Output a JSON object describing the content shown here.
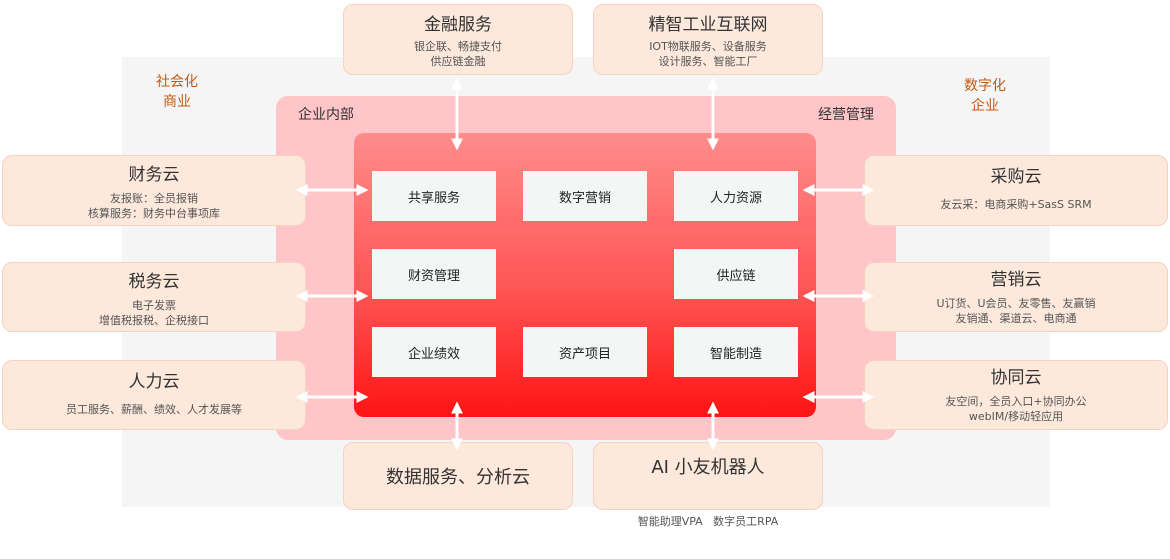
{
  "corner_left": {
    "line1": "社会化",
    "line2": "商业"
  },
  "corner_right": {
    "line1": "数字化",
    "line2": "企业"
  },
  "enterprise": {
    "label_left": "企业内部",
    "label_right": "经营管理"
  },
  "modules": {
    "shared_services": "共享服务",
    "digital_marketing": "数字营销",
    "hr": "人力资源",
    "finance_mgmt": "财资管理",
    "supply_chain": "供应链",
    "performance": "企业绩效",
    "asset_project": "资产项目",
    "smart_mfg": "智能制造"
  },
  "cards": {
    "finance_service": {
      "title": "金融服务",
      "lines": [
        "银企联、畅捷支付",
        "供应链金融"
      ]
    },
    "industrial_internet": {
      "title": "精智工业互联网",
      "lines": [
        "IOT物联服务、设备服务",
        "设计服务、智能工厂"
      ]
    },
    "finance_cloud": {
      "title": "财务云",
      "lines": [
        "友报账：全员报销",
        "核算服务：财务中台事项库"
      ]
    },
    "tax_cloud": {
      "title": "税务云",
      "lines": [
        "电子发票",
        "增值税报税、企税接口"
      ]
    },
    "hr_cloud": {
      "title": "人力云",
      "lines": [
        "员工服务、薪酬、绩效、人才发展等"
      ]
    },
    "procurement_cloud": {
      "title": "采购云",
      "lines": [
        "友云采：电商采购+SasS SRM"
      ]
    },
    "marketing_cloud": {
      "title": "营销云",
      "lines": [
        "U订货、U会员、友零售、友赢销",
        "友销通、渠道云、电商通"
      ]
    },
    "collab_cloud": {
      "title": "协同云",
      "lines": [
        "友空间，全员入口+协同办公",
        "webIM/移动轻应用"
      ]
    },
    "data_cloud": {
      "title": "数据服务、分析云",
      "lines": []
    },
    "ai_robot": {
      "title": "AI 小友机器人",
      "lines": [
        "智能助理VPA   数字员工RPA"
      ]
    }
  },
  "colors": {
    "card_bg": "#fde8dc",
    "enterprise_bg": "#ffc5c8",
    "core_top": "#ff8c8c",
    "core_bottom": "#ff1414",
    "accent_text": "#c55a11"
  }
}
